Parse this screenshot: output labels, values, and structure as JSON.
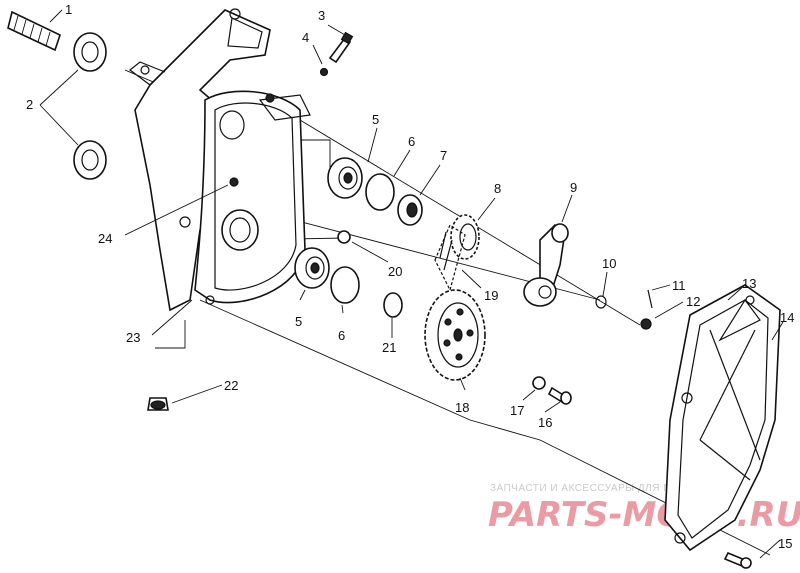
{
  "labels": {
    "p1": "1",
    "p2": "2",
    "p3": "3",
    "p4": "4",
    "p5a": "5",
    "p5b": "5",
    "p6a": "6",
    "p6b": "6",
    "p7": "7",
    "p8": "8",
    "p9": "9",
    "p10": "10",
    "p11": "11",
    "p12": "12",
    "p13": "13",
    "p14": "14",
    "p15": "15",
    "p16": "16",
    "p17": "17",
    "p18": "18",
    "p19": "19",
    "p20": "20",
    "p21": "21",
    "p22": "22",
    "p23": "23",
    "p24": "24"
  },
  "watermark": {
    "tagline": "ЗАПЧАСТИ И АКСЕССУАРЫ ДЛЯ МОТОТЕХНИКИ",
    "brand": "PARTS-MOTO.RU"
  }
}
